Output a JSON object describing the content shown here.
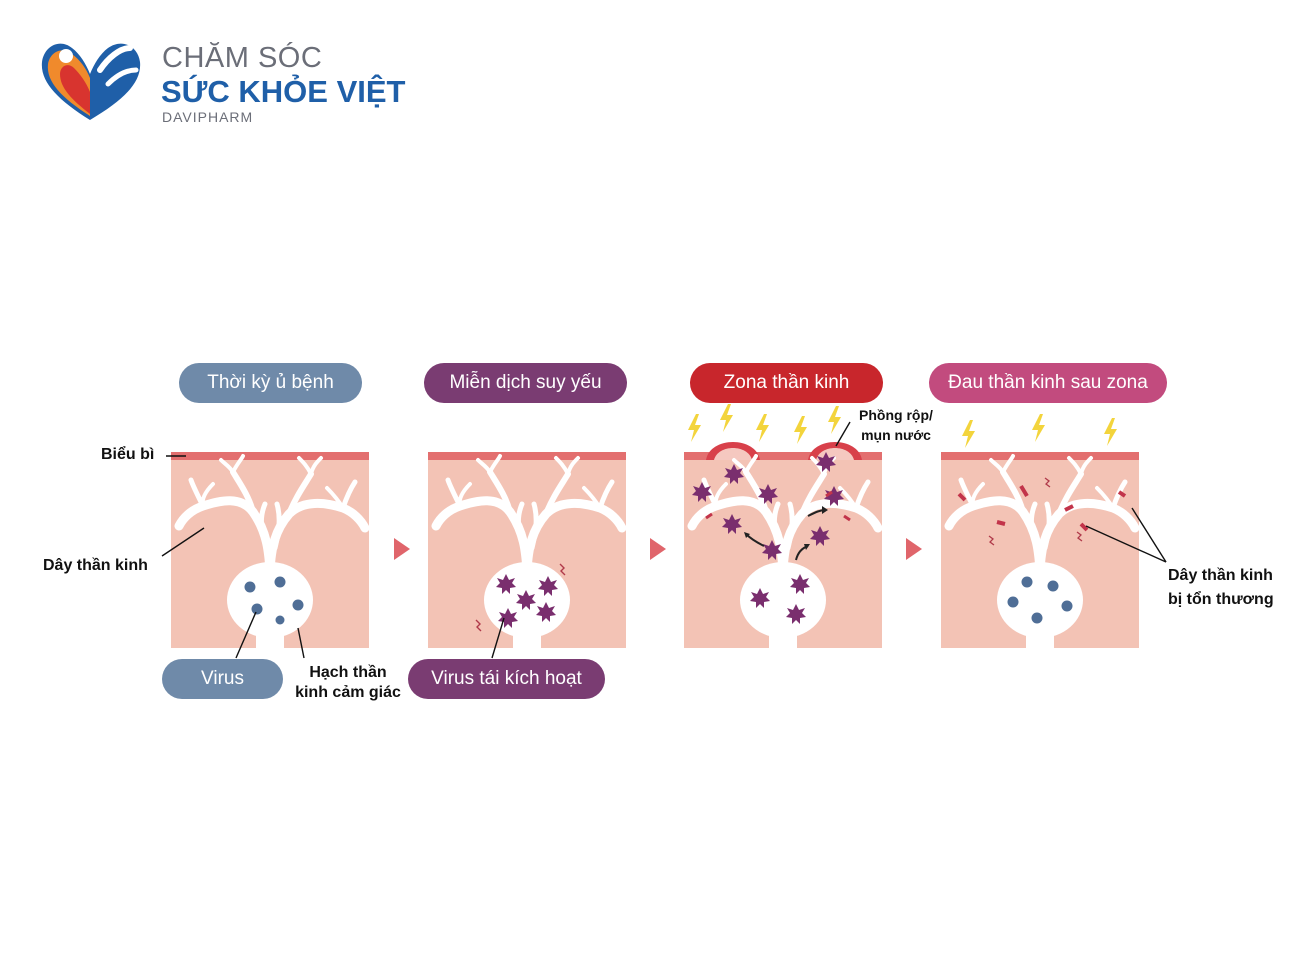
{
  "brand": {
    "line1": "CHĂM SÓC",
    "line2": "SỨC KHỎE VIỆT",
    "line3": "DAVIPHARM",
    "logo_icon": "heart-hands-logo-icon",
    "colors": {
      "orange": "#f08a2c",
      "red": "#d8342f",
      "blue": "#1f5fa8"
    }
  },
  "stages": [
    {
      "label": "Thời kỳ ủ bệnh",
      "color": "#6f8aa9"
    },
    {
      "label": "Miễn dịch suy yếu",
      "color": "#7a3c72"
    },
    {
      "label": "Zona thần kinh",
      "color": "#c8262c"
    },
    {
      "label": "Đau thần kinh sau zona",
      "color": "#c24b7e"
    }
  ],
  "callouts": {
    "virus": {
      "label": "Virus",
      "color": "#6f8aa9"
    },
    "virus_reactivated": {
      "label": "Virus tái kích hoạt",
      "color": "#7a3c72"
    }
  },
  "annotations": {
    "epidermis": "Biểu bì",
    "nerve": "Dây thần kinh",
    "ganglion_line1": "Hạch thần",
    "ganglion_line2": "kinh cảm giác",
    "blister_line1": "Phồng rộp/",
    "blister_line2": "mụn nước",
    "damaged_line1": "Dây thần kinh",
    "damaged_line2": "bị tổn thương"
  },
  "colors": {
    "skin": "#f3c3b5",
    "epidermis": "#e36f6f",
    "virus_dormant": "#4f6e96",
    "virus_active": "#7a2e6e",
    "arrow": "#e0656b",
    "lightning": "#f3d43c"
  }
}
